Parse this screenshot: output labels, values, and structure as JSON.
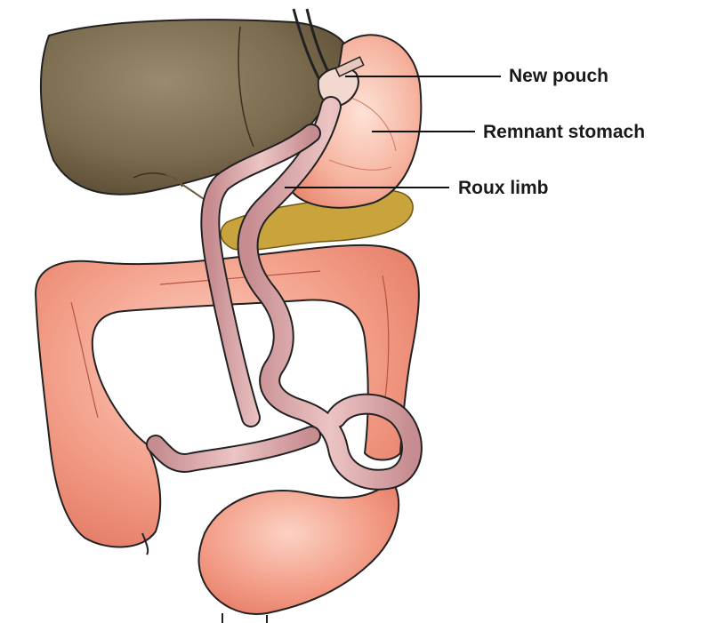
{
  "labels": {
    "new_pouch": "New pouch",
    "remnant_stomach": "Remnant stomach",
    "roux_limb": "Roux limb"
  },
  "colors": {
    "liver": "#7a6a4e",
    "stomach": "#f2a08c",
    "intestine": "#f0907a",
    "pancreas": "#c9a43c",
    "roux": "#d9a2a4",
    "outline": "#222222",
    "leader_line": "#111111"
  }
}
